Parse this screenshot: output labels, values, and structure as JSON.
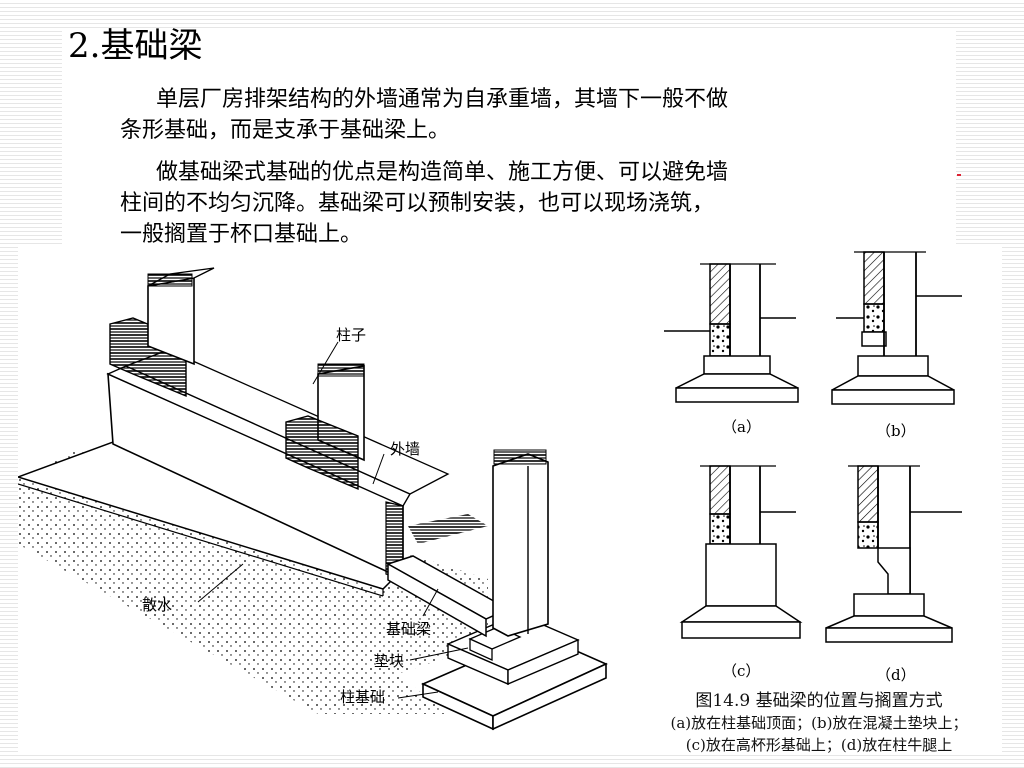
{
  "slide": {
    "title": "2.基础梁",
    "paragraph1_line1": "单层厂房排架结构的外墙通常为自承重墙，其墙下一般不做",
    "paragraph1_line2": "条形基础，而是支承于基础梁上。",
    "paragraph2_line1": "做基础梁式基础的优点是构造简单、施工方便、可以避免墙",
    "paragraph2_line2": "柱间的不均匀沉降。基础梁可以预制安装，也可以现场浇筑，",
    "paragraph2_line3": "一般搁置于杯口基础上。"
  },
  "left_figure": {
    "labels": {
      "column": "柱子",
      "outer_wall": "外墙",
      "apron": "散水",
      "foundation_beam": "基础梁",
      "pad": "垫块",
      "column_foundation": "柱基础"
    }
  },
  "right_figure": {
    "sub_labels": {
      "a": "（a）",
      "b": "（b）",
      "c": "（c）",
      "d": "（d）"
    },
    "caption_title": "图14.9  基础梁的位置与搁置方式",
    "caption_line2": "(a)放在柱基础顶面；(b)放在混凝土垫块上；",
    "caption_line3": "(c)放在高杯形基础上；(d)放在柱牛腿上"
  }
}
